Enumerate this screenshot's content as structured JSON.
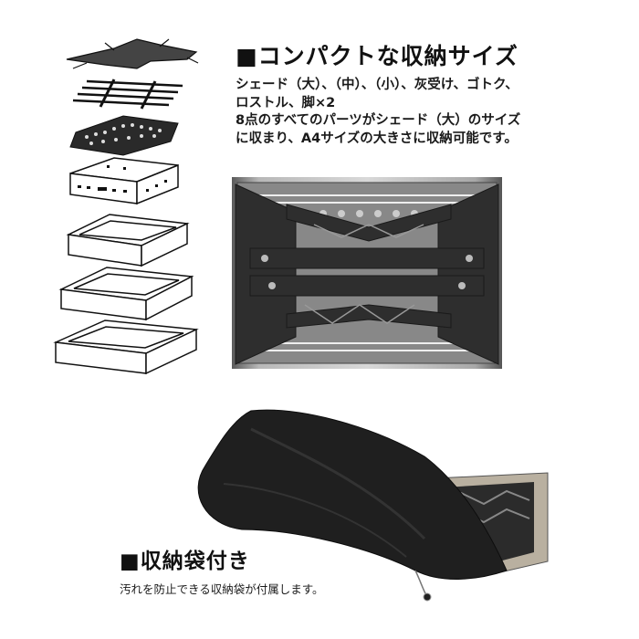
{
  "section1": {
    "title": "■コンパクトな収納サイズ",
    "lines": [
      "シェード（大）、（中）、（小）、灰受け、ゴトク、",
      "ロストル、脚×2",
      "8点のすべてのパーツがシェード（大）のサイズ",
      "に収まり、A4サイズの大きさに収納可能です。"
    ]
  },
  "section2": {
    "title": "■収納袋付き",
    "caption": "汚れを防止できる収納袋が付属します。"
  }
}
